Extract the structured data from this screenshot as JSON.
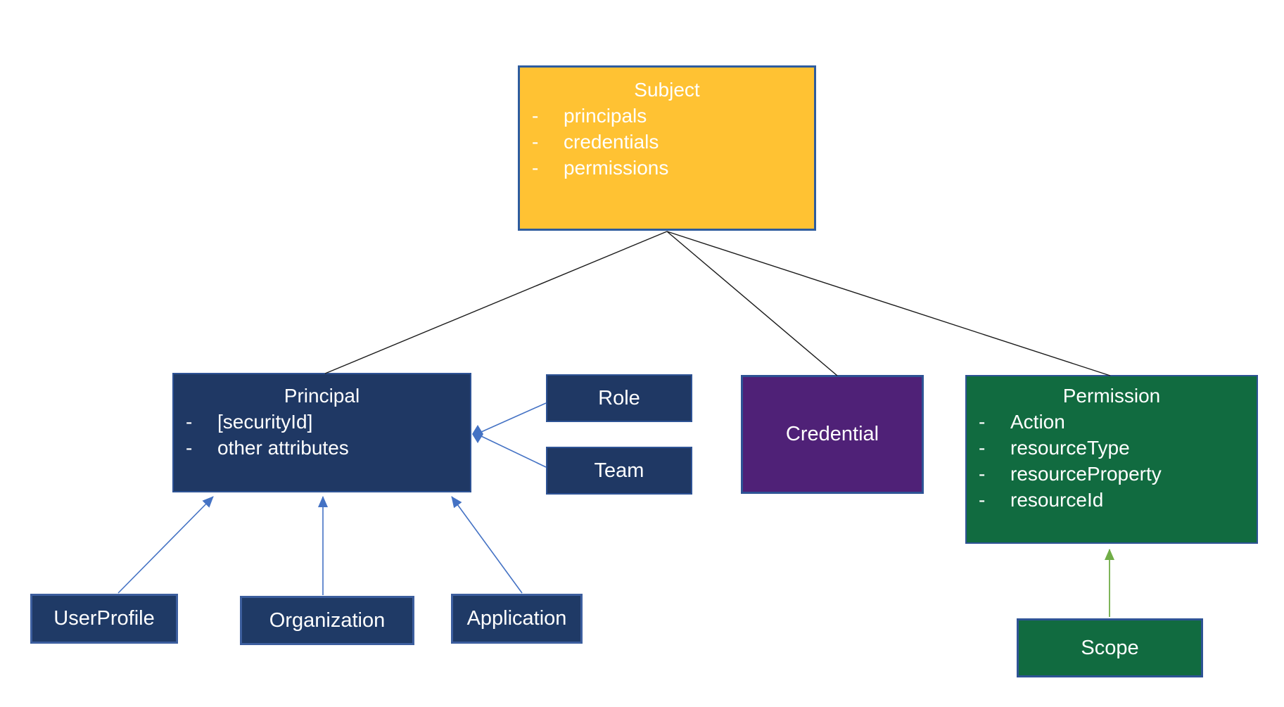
{
  "ui": {
    "bullet": "-"
  },
  "colors": {
    "subject_fill": "#FFC233",
    "navy_fill": "#1F3864",
    "credential_fill": "#4F2177",
    "green_fill": "#116B40",
    "box_border_blue": "#2E5395",
    "box_border_light_blue": "#3C5E9E",
    "arrow_blue": "#4472C4",
    "arrow_green": "#70AD47",
    "line_black": "#1B1B1B",
    "text_white": "#FFFFFF"
  },
  "boxes": {
    "subject": {
      "title": "Subject",
      "items": [
        "principals",
        "credentials",
        "permissions"
      ]
    },
    "principal": {
      "title": "Principal",
      "items": [
        "[securityId]",
        "other attributes"
      ]
    },
    "role": {
      "label": "Role"
    },
    "team": {
      "label": "Team"
    },
    "credential": {
      "label": "Credential"
    },
    "permission": {
      "title": "Permission",
      "items": [
        "Action",
        "resourceType",
        "resourceProperty",
        "resourceId"
      ]
    },
    "user_profile": {
      "label": "UserProfile"
    },
    "organization": {
      "label": "Organization"
    },
    "application": {
      "label": "Application"
    },
    "scope": {
      "label": "Scope"
    }
  },
  "connectors": [
    {
      "from": "Subject",
      "to": "Principal",
      "style": "black-line"
    },
    {
      "from": "Subject",
      "to": "Credential",
      "style": "black-line"
    },
    {
      "from": "Subject",
      "to": "Permission",
      "style": "black-line"
    },
    {
      "from": "Role",
      "to": "Principal",
      "style": "blue-arrow"
    },
    {
      "from": "Team",
      "to": "Principal",
      "style": "blue-arrow"
    },
    {
      "from": "UserProfile",
      "to": "Principal",
      "style": "blue-arrow"
    },
    {
      "from": "Organization",
      "to": "Principal",
      "style": "blue-arrow"
    },
    {
      "from": "Application",
      "to": "Principal",
      "style": "blue-arrow"
    },
    {
      "from": "Scope",
      "to": "Permission",
      "style": "green-arrow"
    }
  ]
}
